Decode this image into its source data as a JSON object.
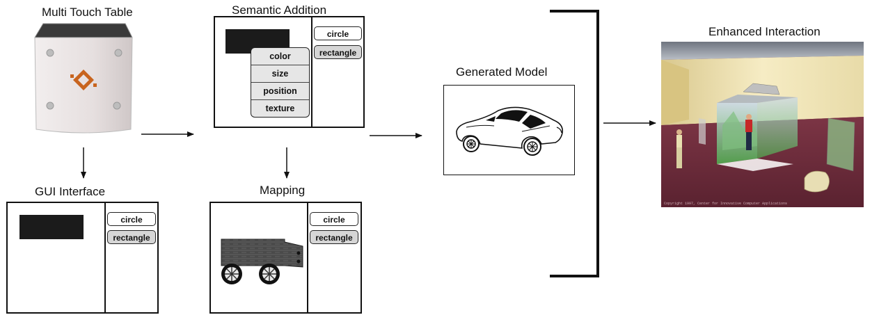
{
  "titles": {
    "multi_touch_table": "Multi Touch Table",
    "gui_interface": "GUI Interface",
    "semantic_addition": "Semantic Addition",
    "mapping": "Mapping",
    "generated_model": "Generated Model",
    "enhanced_interaction": "Enhanced Interaction"
  },
  "palette": {
    "circle_label": "circle",
    "rectangle_label": "rectangle"
  },
  "context_menu": [
    "color",
    "size",
    "position",
    "texture"
  ],
  "vr_scene_copyright": "Copyright 1997, Center for Innovative Computer Applications",
  "colors": {
    "logo": "#c8641e",
    "floor": "#6e2d3a",
    "wall": "#efe2b4",
    "cave_green": "#3fae3f"
  }
}
